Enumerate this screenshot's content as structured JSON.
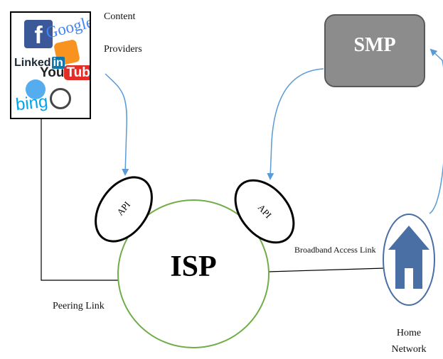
{
  "content_providers": {
    "label_line1": "Content",
    "label_line2": "Providers",
    "logos": {
      "facebook": "f",
      "google": "Google",
      "linkedin": "Linked",
      "linkedin_in": "in",
      "youtube_you": "You",
      "youtube_tube": "Tube",
      "bing": "bing"
    }
  },
  "smp": {
    "label": "SMP"
  },
  "isp": {
    "label": "ISP"
  },
  "api_left": {
    "label": "API"
  },
  "api_right": {
    "label": "API"
  },
  "links": {
    "broadband": "Broadband Access Link",
    "peering": "Peering Link"
  },
  "home": {
    "label_line1": "Home",
    "label_line2": "Network"
  },
  "colors": {
    "arrow_blue": "#5b9bd5",
    "isp_green": "#70ad47",
    "smp_fill": "#8c8c8c",
    "smp_border": "#595959",
    "home_blue": "#4a6fa5"
  }
}
